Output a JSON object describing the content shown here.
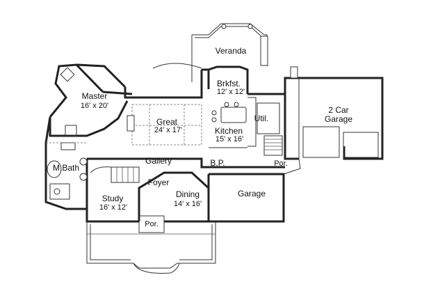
{
  "rooms": [
    {
      "id": "veranda",
      "name": "Veranda",
      "dims": ""
    },
    {
      "id": "brkfst",
      "name": "Brkfst.",
      "dims": "12' x 12'"
    },
    {
      "id": "master",
      "name": "Master",
      "dims": "16' x 20'"
    },
    {
      "id": "great",
      "name": "Great",
      "dims": "24' x 17'"
    },
    {
      "id": "kitchen",
      "name": "Kitchen",
      "dims": "15' x 16'"
    },
    {
      "id": "util",
      "name": "Util.",
      "dims": ""
    },
    {
      "id": "garage2",
      "name": "2 Car",
      "dims": "Garage"
    },
    {
      "id": "mbath",
      "name": "M.Bath",
      "dims": ""
    },
    {
      "id": "gallery",
      "name": "Gallery",
      "dims": ""
    },
    {
      "id": "bp",
      "name": "B.P.",
      "dims": ""
    },
    {
      "id": "por-right",
      "name": "Por.",
      "dims": ""
    },
    {
      "id": "foyer",
      "name": "Foyer",
      "dims": ""
    },
    {
      "id": "study",
      "name": "Study",
      "dims": "16' x 12'"
    },
    {
      "id": "dining",
      "name": "Dining",
      "dims": "14' x 16'"
    },
    {
      "id": "garage",
      "name": "Garage",
      "dims": ""
    },
    {
      "id": "por-front",
      "name": "Por.",
      "dims": ""
    }
  ]
}
